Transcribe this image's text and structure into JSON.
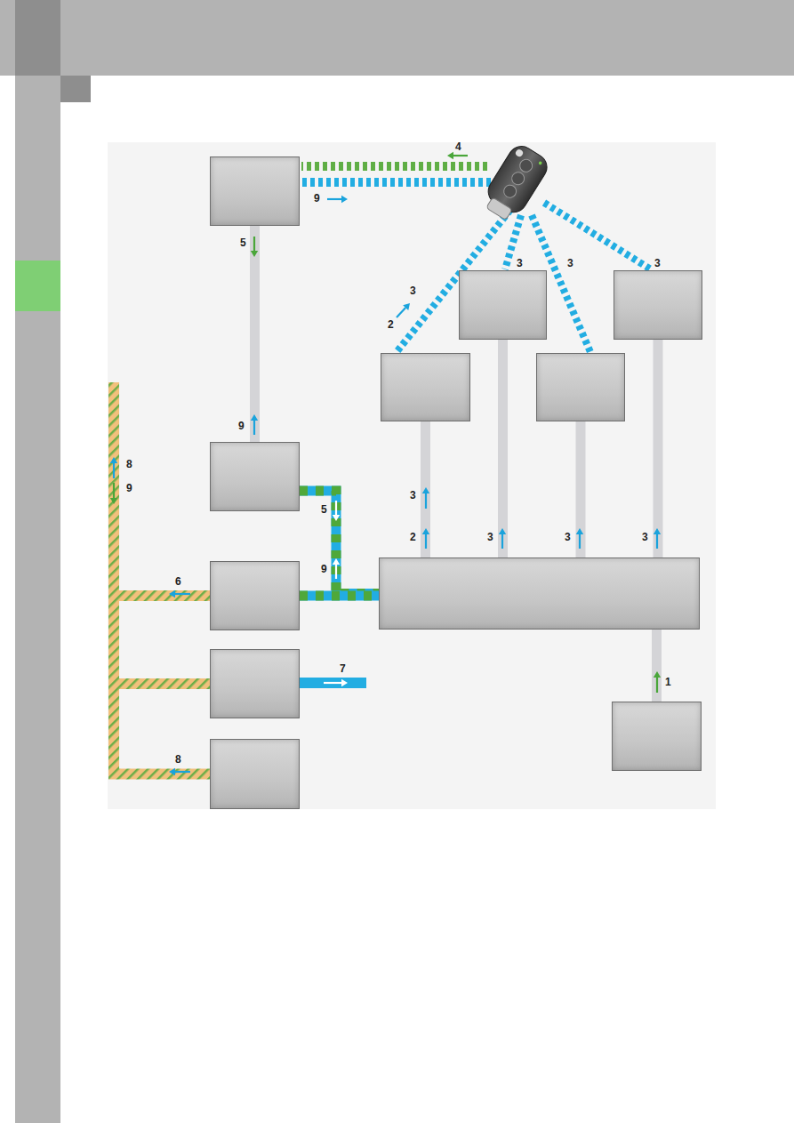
{
  "diagram": {
    "nodes": [
      {
        "text": []
      },
      {
        "text": []
      },
      {
        "text": []
      },
      {
        "text": []
      },
      {
        "text": []
      },
      {
        "text": []
      },
      {
        "text": []
      },
      {
        "text": []
      },
      {
        "text": []
      },
      {
        "text": []
      },
      {
        "text": []
      }
    ],
    "edges": [
      {
        "from": 0,
        "to": 5,
        "arrow": "none"
      },
      {
        "from": 7,
        "to": 3,
        "arrow": "none"
      },
      {
        "from": 7,
        "to": 1,
        "arrow": "none"
      },
      {
        "from": 7,
        "to": 4,
        "arrow": "none"
      },
      {
        "from": 7,
        "to": 2,
        "arrow": "none"
      },
      {
        "from": 9,
        "to": 7,
        "arrow": "none"
      },
      {
        "from": 5,
        "to": 7,
        "arrow": "none"
      },
      {
        "from": 6,
        "to": 7,
        "arrow": "none"
      },
      {
        "from": 6,
        "to": 8,
        "arrow": "none"
      },
      {
        "from": 6,
        "to": 10,
        "arrow": "none"
      }
    ],
    "labels": [
      "4",
      "9",
      "5",
      "3",
      "3",
      "3",
      "3",
      "2",
      "9",
      "8",
      "9",
      "5",
      "3",
      "2",
      "3",
      "3",
      "3",
      "9",
      "6",
      "7",
      "1",
      "8"
    ]
  }
}
